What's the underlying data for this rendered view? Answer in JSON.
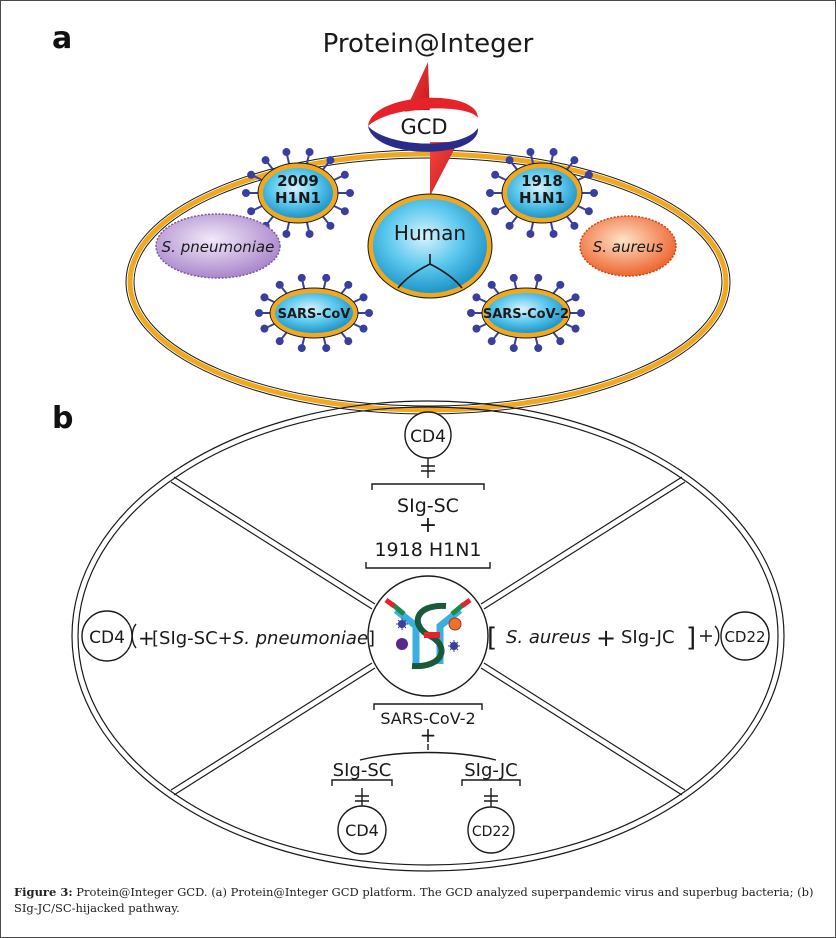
{
  "panel_a": {
    "label": "a",
    "title": "Protein@Integer",
    "gcd": "GCD",
    "viruses": {
      "h1n1_2009": [
        "2009",
        "H1N1"
      ],
      "h1n1_1918": [
        "1918",
        "H1N1"
      ],
      "human": "Human",
      "sars_cov": "SARS-CoV",
      "sars_cov_2": "SARS-CoV-2"
    },
    "bacteria": {
      "pneumoniae": "S. pneumoniae",
      "aureus": "S. aureus"
    },
    "colors": {
      "ring": "#F0A81E",
      "cell_fill": "#5BC8EE",
      "virus_spike": "#3A3F9E",
      "pneumoniae_fill": "#B79AD2",
      "aureus_fill": "#F2703A",
      "gcd_red": "#E8222A",
      "gcd_blue": "#2A2C8C"
    }
  },
  "panel_b": {
    "label": "b",
    "top": {
      "cd4": "CD4",
      "sig_sc": "SIg-SC",
      "plus": "+",
      "virus": "1918 H1N1"
    },
    "left": {
      "cd4": "CD4",
      "plus": "+",
      "formula_a": "[SIg-SC+",
      "formula_b": "S. pneumoniae",
      "formula_c": "]"
    },
    "right": {
      "bracket_open": "[",
      "aureus": "S. aureus",
      "plus": "+",
      "sig_jc": "SIg-JC",
      "bracket_close": "]",
      "cd22": "CD22"
    },
    "bottom": {
      "virus": "SARS-CoV-2",
      "plus": "+",
      "sig_sc": "SIg-SC",
      "sig_jc": "SIg-JC",
      "cd4": "CD4",
      "cd22": "CD22"
    }
  },
  "caption": {
    "label": "Figure 3:",
    "text": "Protein@Integer GCD. (a) Protein@Integer GCD platform. The GCD analyzed superpandemic virus and superbug bacteria; (b) SIg-JC/SC-hijacked pathway."
  }
}
